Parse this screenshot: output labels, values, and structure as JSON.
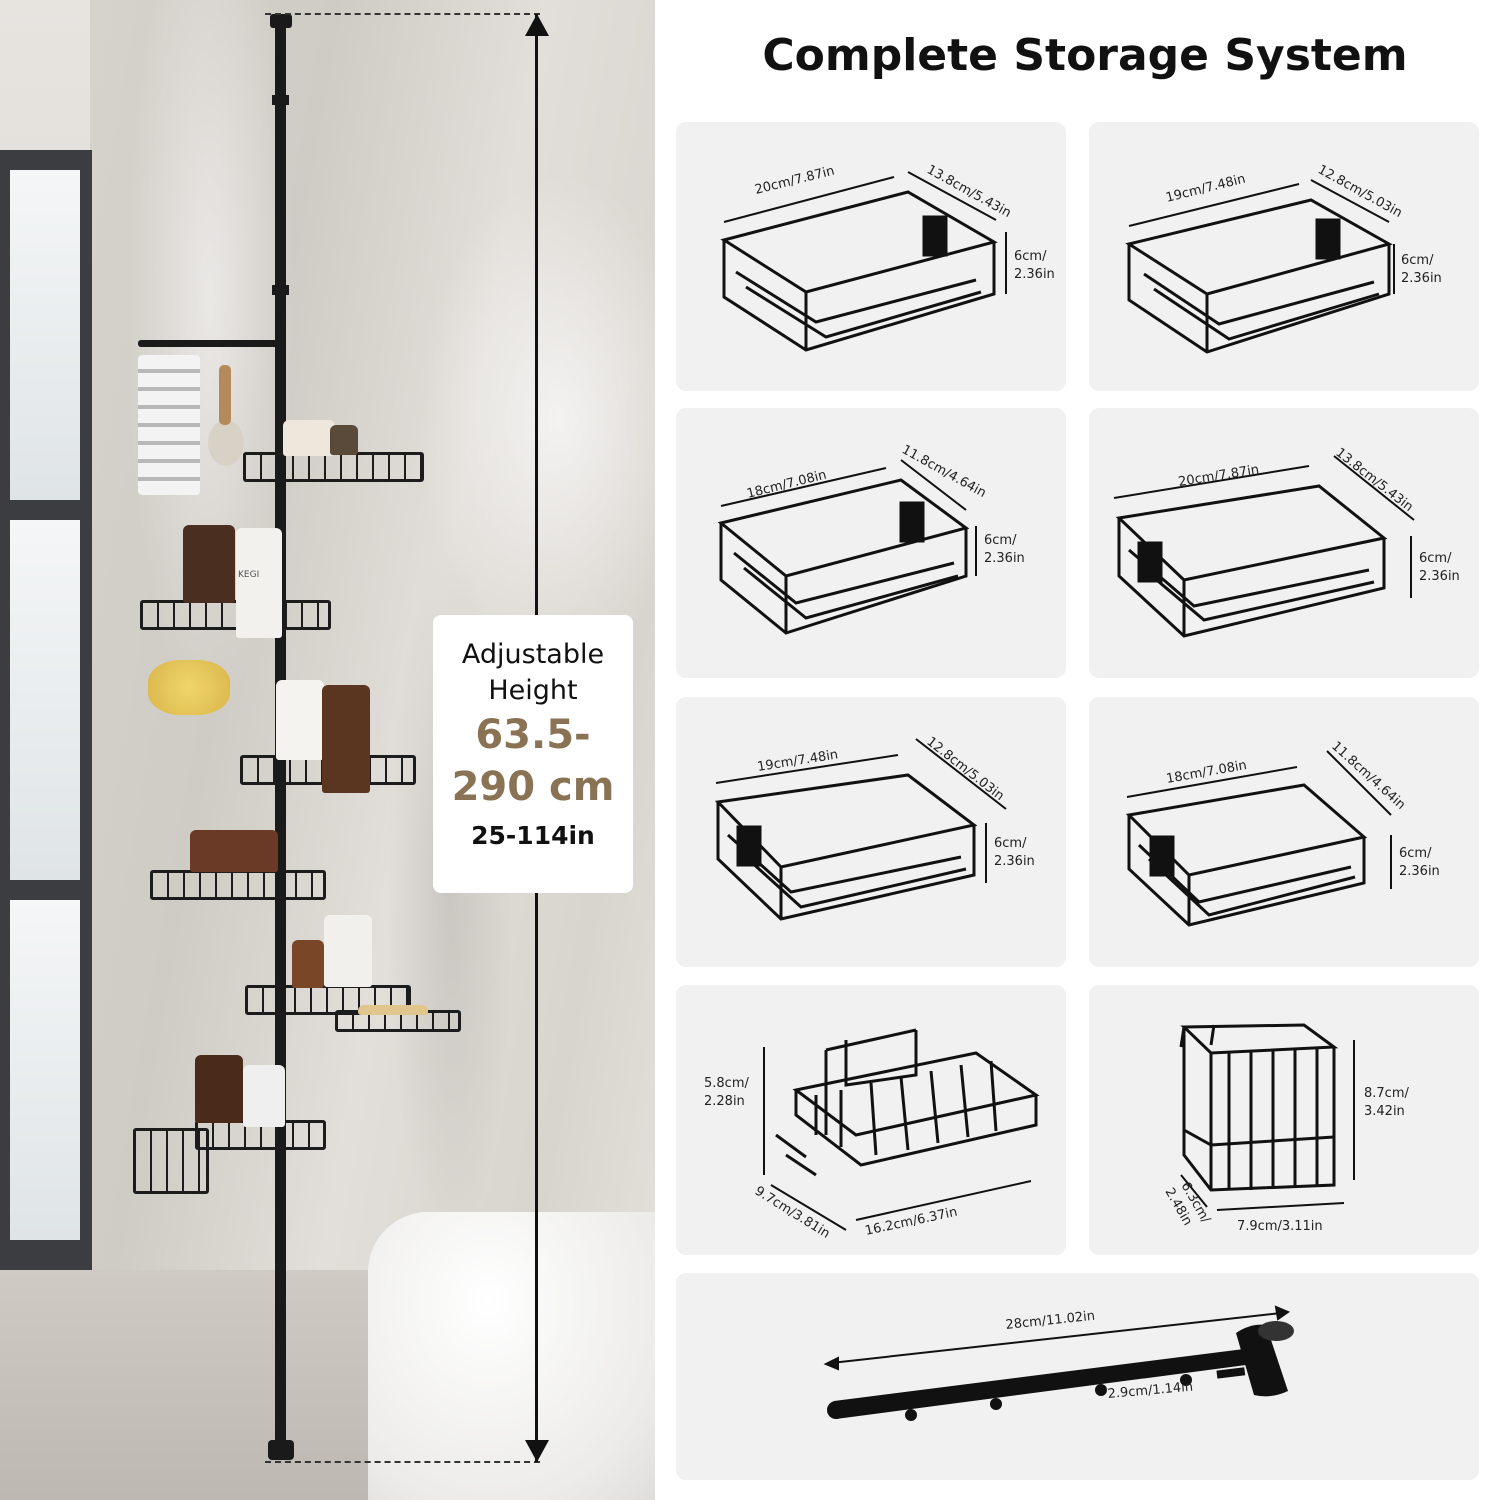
{
  "height_panel": {
    "label_line1": "Adjustable",
    "label_line2": "Height",
    "range_cm_line1": "63.5-",
    "range_cm_line2": "290 cm",
    "range_in": "25-114in"
  },
  "title": "Complete Storage System",
  "brand_label": "KEGI",
  "accent_color": "#8a7355",
  "cards": [
    {
      "id": "basket-1",
      "width": "20cm/7.87in",
      "depth": "13.8cm/5.43in",
      "height_a": "6cm/",
      "height_b": "2.36in"
    },
    {
      "id": "basket-2",
      "width": "19cm/7.48in",
      "depth": "12.8cm/5.03in",
      "height_a": "6cm/",
      "height_b": "2.36in"
    },
    {
      "id": "basket-3",
      "width": "18cm/7.08in",
      "depth": "11.8cm/4.64in",
      "height_a": "6cm/",
      "height_b": "2.36in"
    },
    {
      "id": "basket-4",
      "width": "20cm/7.87in",
      "depth": "13.8cm/5.43in",
      "height_a": "6cm/",
      "height_b": "2.36in"
    },
    {
      "id": "basket-5",
      "width": "19cm/7.48in",
      "depth": "12.8cm/5.03in",
      "height_a": "6cm/",
      "height_b": "2.36in"
    },
    {
      "id": "basket-6",
      "width": "18cm/7.08in",
      "depth": "11.8cm/4.64in",
      "height_a": "6cm/",
      "height_b": "2.36in"
    },
    {
      "id": "soap-dish",
      "height_a": "5.8cm/",
      "height_b": "2.28in",
      "depth": "9.7cm/3.81in",
      "width": "16.2cm/6.37in"
    },
    {
      "id": "toothbrush-basket",
      "height_a": "8.7cm/",
      "height_b": "3.42in",
      "depth_a": "6.3cm/",
      "depth_b": "2.48in",
      "width": "7.9cm/3.11in"
    },
    {
      "id": "towel-bar",
      "length": "28cm/11.02in",
      "hook_spacing": "2.9cm/1.14in"
    }
  ]
}
